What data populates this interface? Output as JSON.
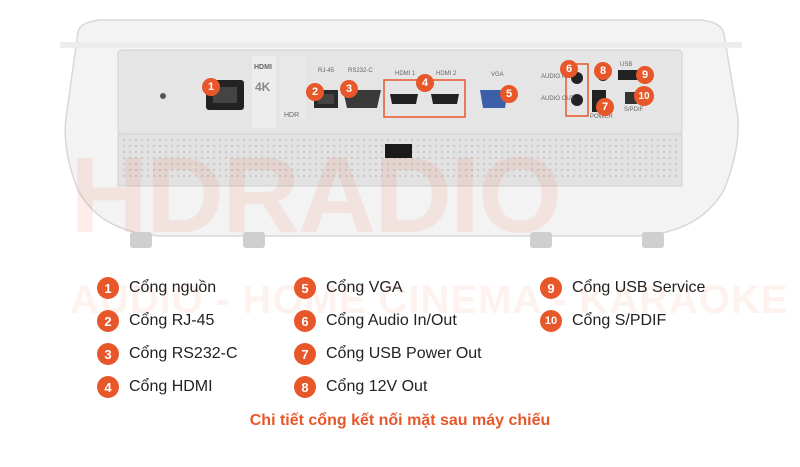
{
  "watermark": {
    "main": "HDRADIO",
    "sub": "AUDIO - HOME CINEMA - KARAOKE"
  },
  "panel_text": {
    "rj45": "RJ-45",
    "rs232": "RS232-C",
    "hdmi1": "HDMI 1",
    "hdmi2": "HDMI 2",
    "vga": "VGA",
    "power_out": "POWER",
    "audio_in": "AUDIO IN",
    "audio_out": "AUDIO OUT",
    "usb": "USB",
    "sdpif": "S/PDIF",
    "fourk": "4K",
    "hdr": "HDR",
    "hdmi_logo": "HDMI"
  },
  "legend": [
    {
      "num": "1",
      "label": "Cổng nguồn"
    },
    {
      "num": "2",
      "label": "Cổng RJ-45"
    },
    {
      "num": "3",
      "label": "Cổng RS232-C"
    },
    {
      "num": "4",
      "label": "Cổng HDMI"
    },
    {
      "num": "5",
      "label": "Cổng VGA"
    },
    {
      "num": "6",
      "label": "Cổng Audio In/Out"
    },
    {
      "num": "7",
      "label": "Cổng USB Power Out"
    },
    {
      "num": "8",
      "label": "Cổng 12V Out"
    },
    {
      "num": "9",
      "label": "Cổng USB Service"
    },
    {
      "num": "10",
      "label": "Cổng S/PDIF"
    }
  ],
  "caption": "Chi tiết cổng kết nối mặt sau máy chiếu",
  "colors": {
    "accent": "#e8572a",
    "body": "#f2f2f2",
    "panel": "#e6e6e6"
  }
}
